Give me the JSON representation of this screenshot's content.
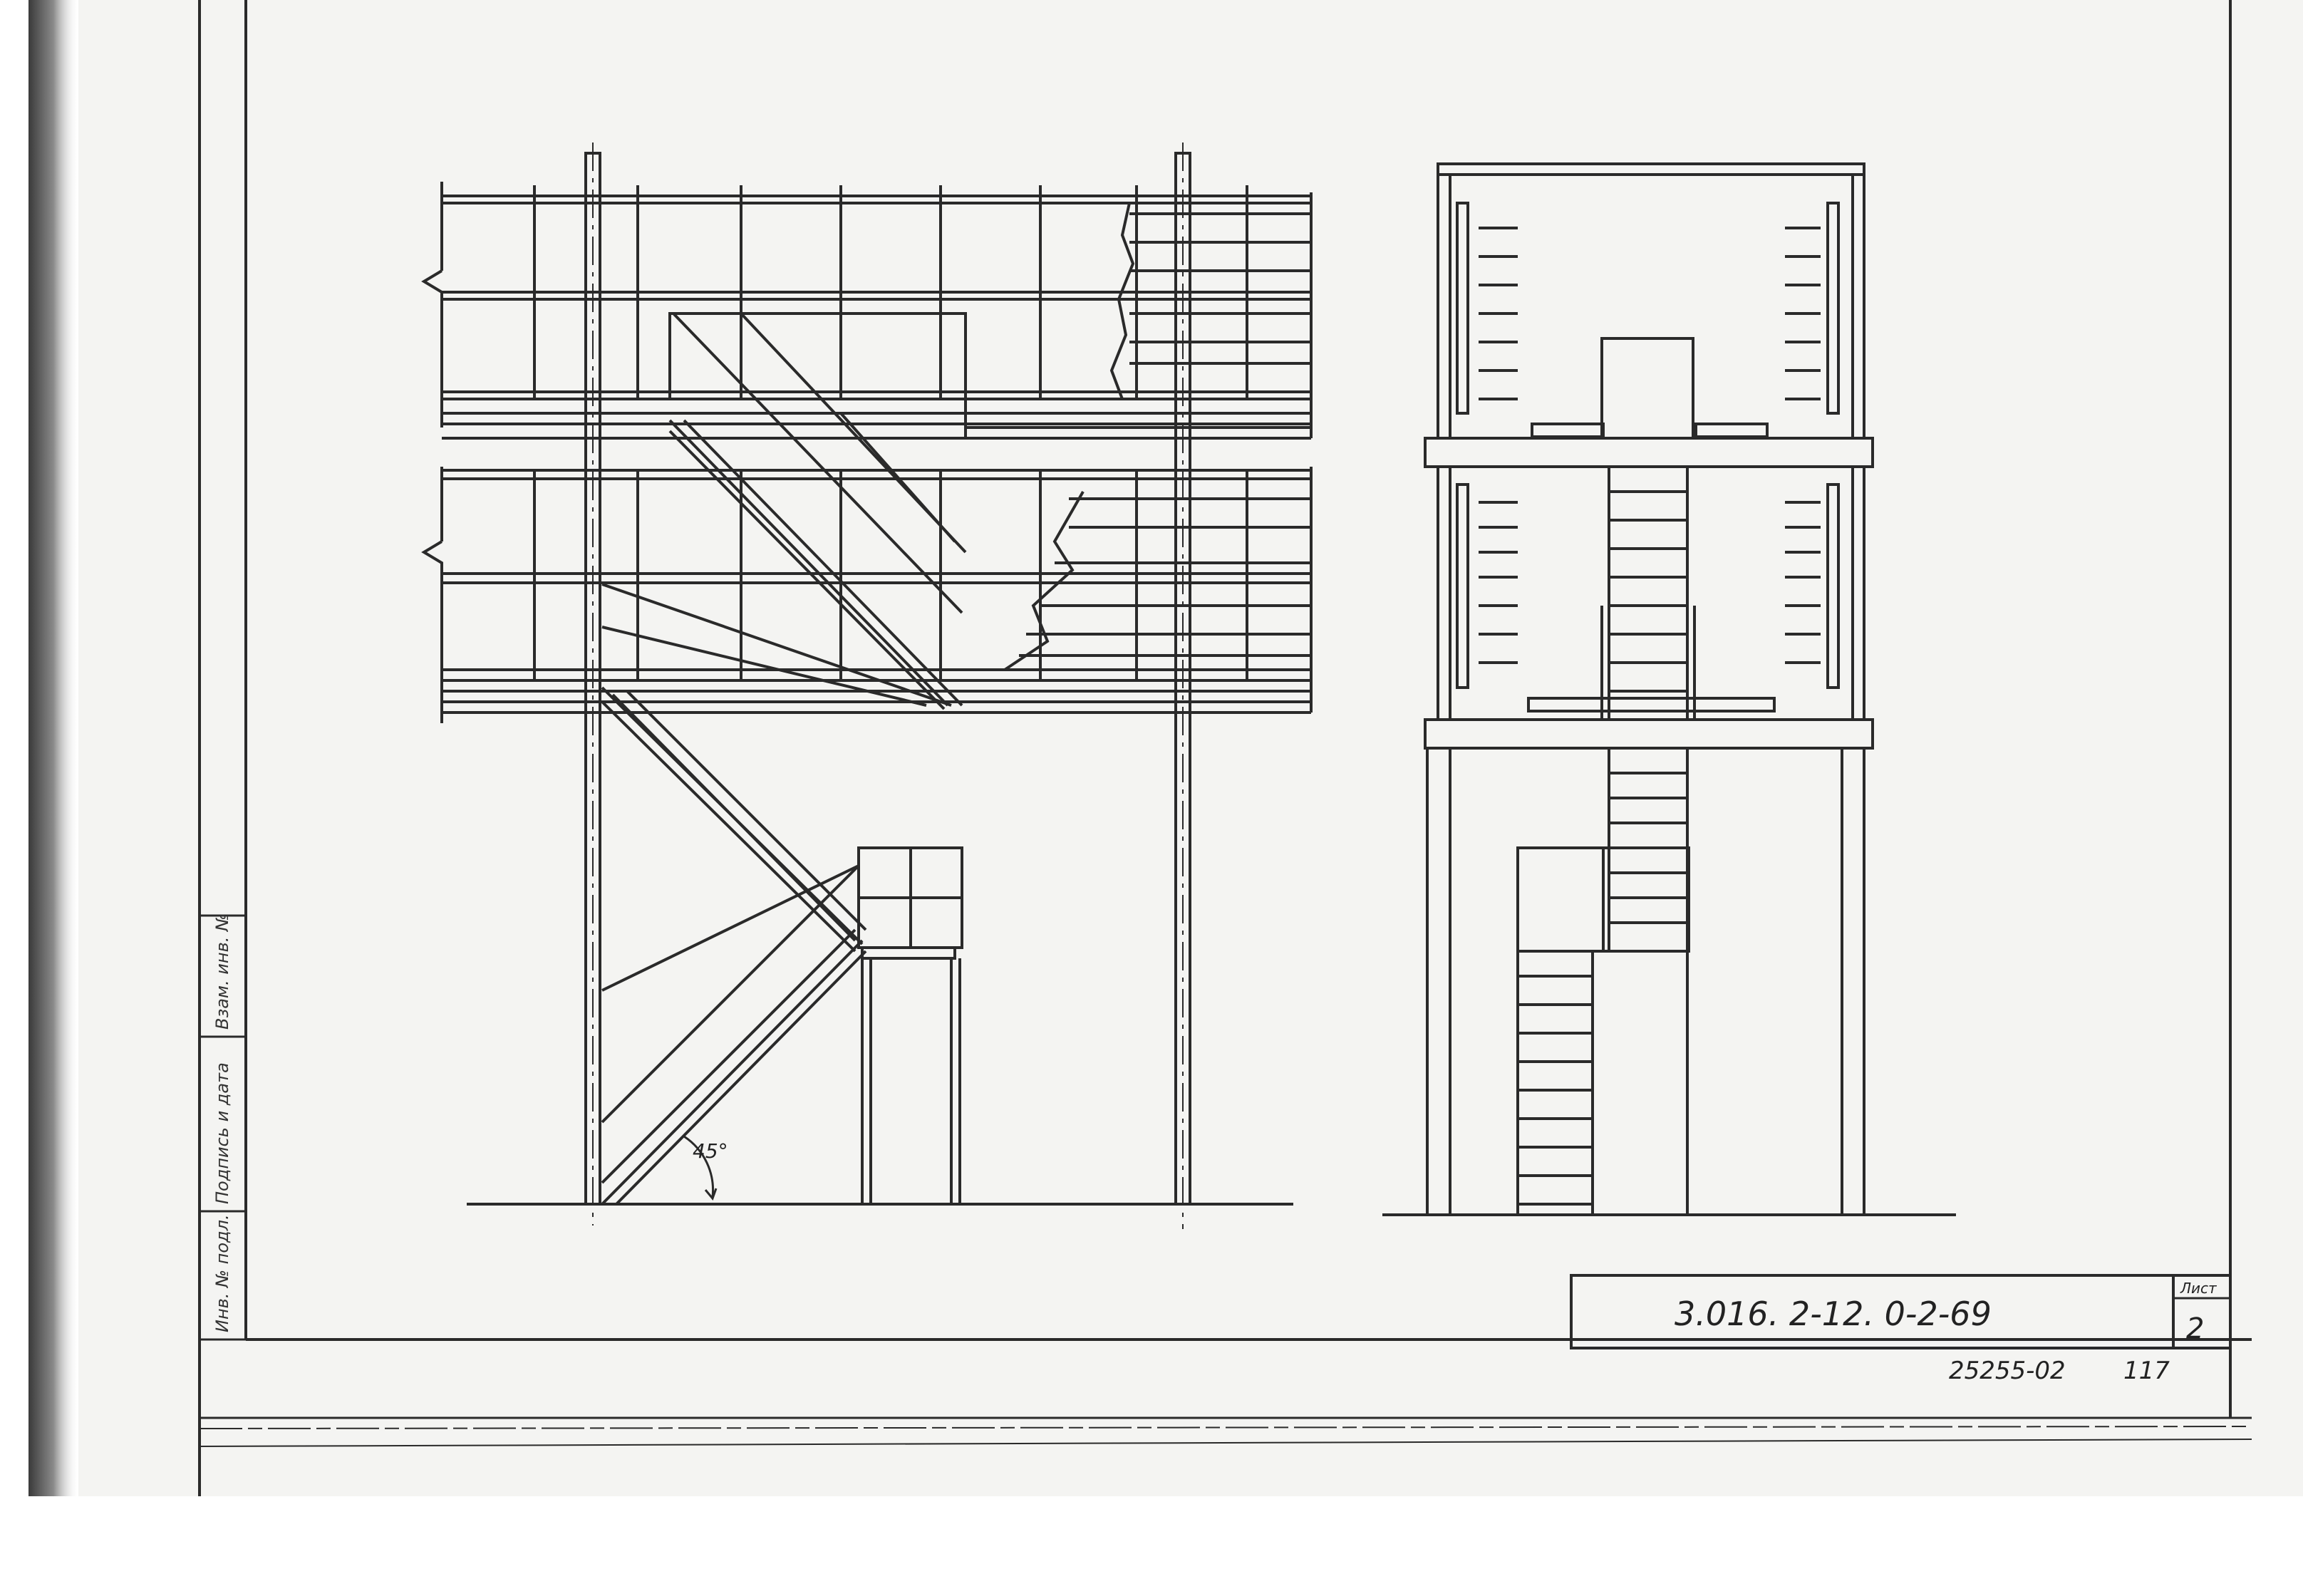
{
  "drawing": {
    "designation": "3.016. 2-12. 0-2-69",
    "sheet_label": "Лист",
    "sheet_number": "2",
    "archive_number": "25255-02",
    "page_mark": "117",
    "angle_label": "45°",
    "side_stamp": {
      "labels": [
        "Инв. № подл.",
        "Подпись и дата",
        "Взам. инв. №"
      ]
    }
  }
}
